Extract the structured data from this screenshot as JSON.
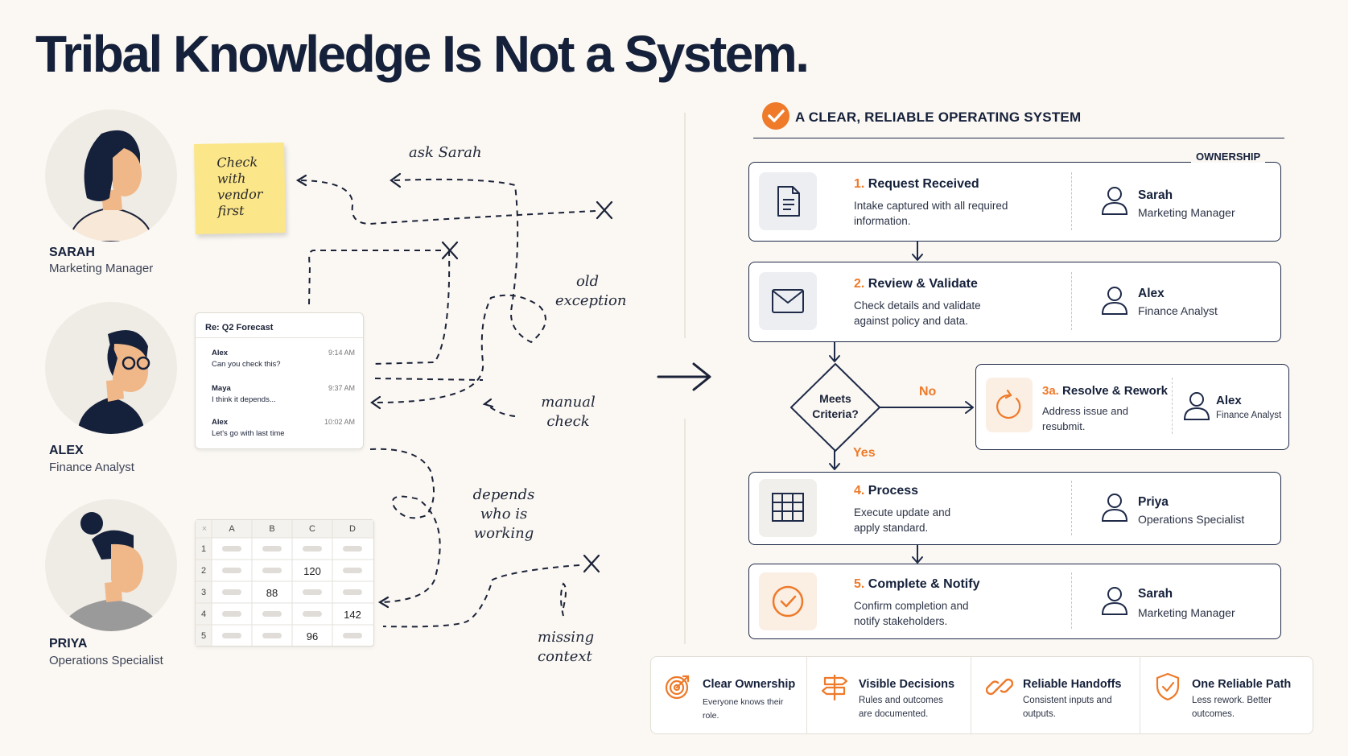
{
  "title": "Tribal Knowledge Is Not a System.",
  "people": [
    {
      "name": "SARAH",
      "role": "Marketing Manager"
    },
    {
      "name": "ALEX",
      "role": "Finance Analyst"
    },
    {
      "name": "PRIYA",
      "role": "Operations Specialist"
    }
  ],
  "sticky_note": "Check with vendor first",
  "annotations": {
    "ask_sarah": "ask Sarah",
    "old_exception": "old exception",
    "manual_check": "manual check",
    "depends": "depends who is working",
    "missing_context": "missing context"
  },
  "email": {
    "subject": "Re: Q2 Forecast",
    "messages": [
      {
        "from": "Alex",
        "time": "9:14 AM",
        "text": "Can you check this?"
      },
      {
        "from": "Maya",
        "time": "9:37 AM",
        "text": "I think it depends..."
      },
      {
        "from": "Alex",
        "time": "10:02 AM",
        "text": "Let's go with last time"
      }
    ]
  },
  "spreadsheet": {
    "columns": [
      "A",
      "B",
      "C",
      "D"
    ],
    "rows": [
      "1",
      "2",
      "3",
      "4",
      "5"
    ],
    "values": {
      "r2c": "120",
      "r3b": "88",
      "r4d": "142",
      "r5c": "96"
    },
    "corner": "×"
  },
  "os": {
    "heading": "A CLEAR, RELIABLE OPERATING SYSTEM",
    "ownership_label": "OWNERSHIP",
    "steps": [
      {
        "num": "1.",
        "title": "Request Received",
        "desc": "Intake captured with all required information.",
        "owner": "Sarah",
        "owner_role": "Marketing Manager",
        "icon": "document-icon"
      },
      {
        "num": "2.",
        "title": "Review & Validate",
        "desc": "Check details and validate against policy and data.",
        "owner": "Alex",
        "owner_role": "Finance Analyst",
        "icon": "envelope-icon"
      },
      {
        "num": "4.",
        "title": "Process",
        "desc": "Execute update and apply standard.",
        "owner": "Priya",
        "owner_role": "Operations Specialist",
        "icon": "grid-icon"
      },
      {
        "num": "5.",
        "title": "Complete & Notify",
        "desc": "Confirm completion and notify stakeholders.",
        "owner": "Sarah",
        "owner_role": "Marketing Manager",
        "icon": "check-circle-icon"
      }
    ],
    "decision": {
      "label": "Meets Criteria?",
      "no": "No",
      "yes": "Yes"
    },
    "rework": {
      "num": "3a.",
      "title": "Resolve & Rework",
      "desc": "Address issue and resubmit.",
      "owner": "Alex",
      "owner_role": "Finance Analyst",
      "icon": "refresh-icon"
    }
  },
  "benefits": [
    {
      "title": "Clear Ownership",
      "desc": "Everyone knows their role.",
      "icon": "target-icon"
    },
    {
      "title": "Visible Decisions",
      "desc": "Rules and outcomes are documented.",
      "icon": "signpost-icon"
    },
    {
      "title": "Reliable Handoffs",
      "desc": "Consistent inputs and outputs.",
      "icon": "link-icon"
    },
    {
      "title": "One Reliable Path",
      "desc": "Less rework. Better outcomes.",
      "icon": "shield-check-icon"
    }
  ],
  "colors": {
    "accent": "#ee7a2a",
    "navy": "#15203a",
    "background": "#fbf8f3",
    "sticky": "#fbe68a"
  }
}
